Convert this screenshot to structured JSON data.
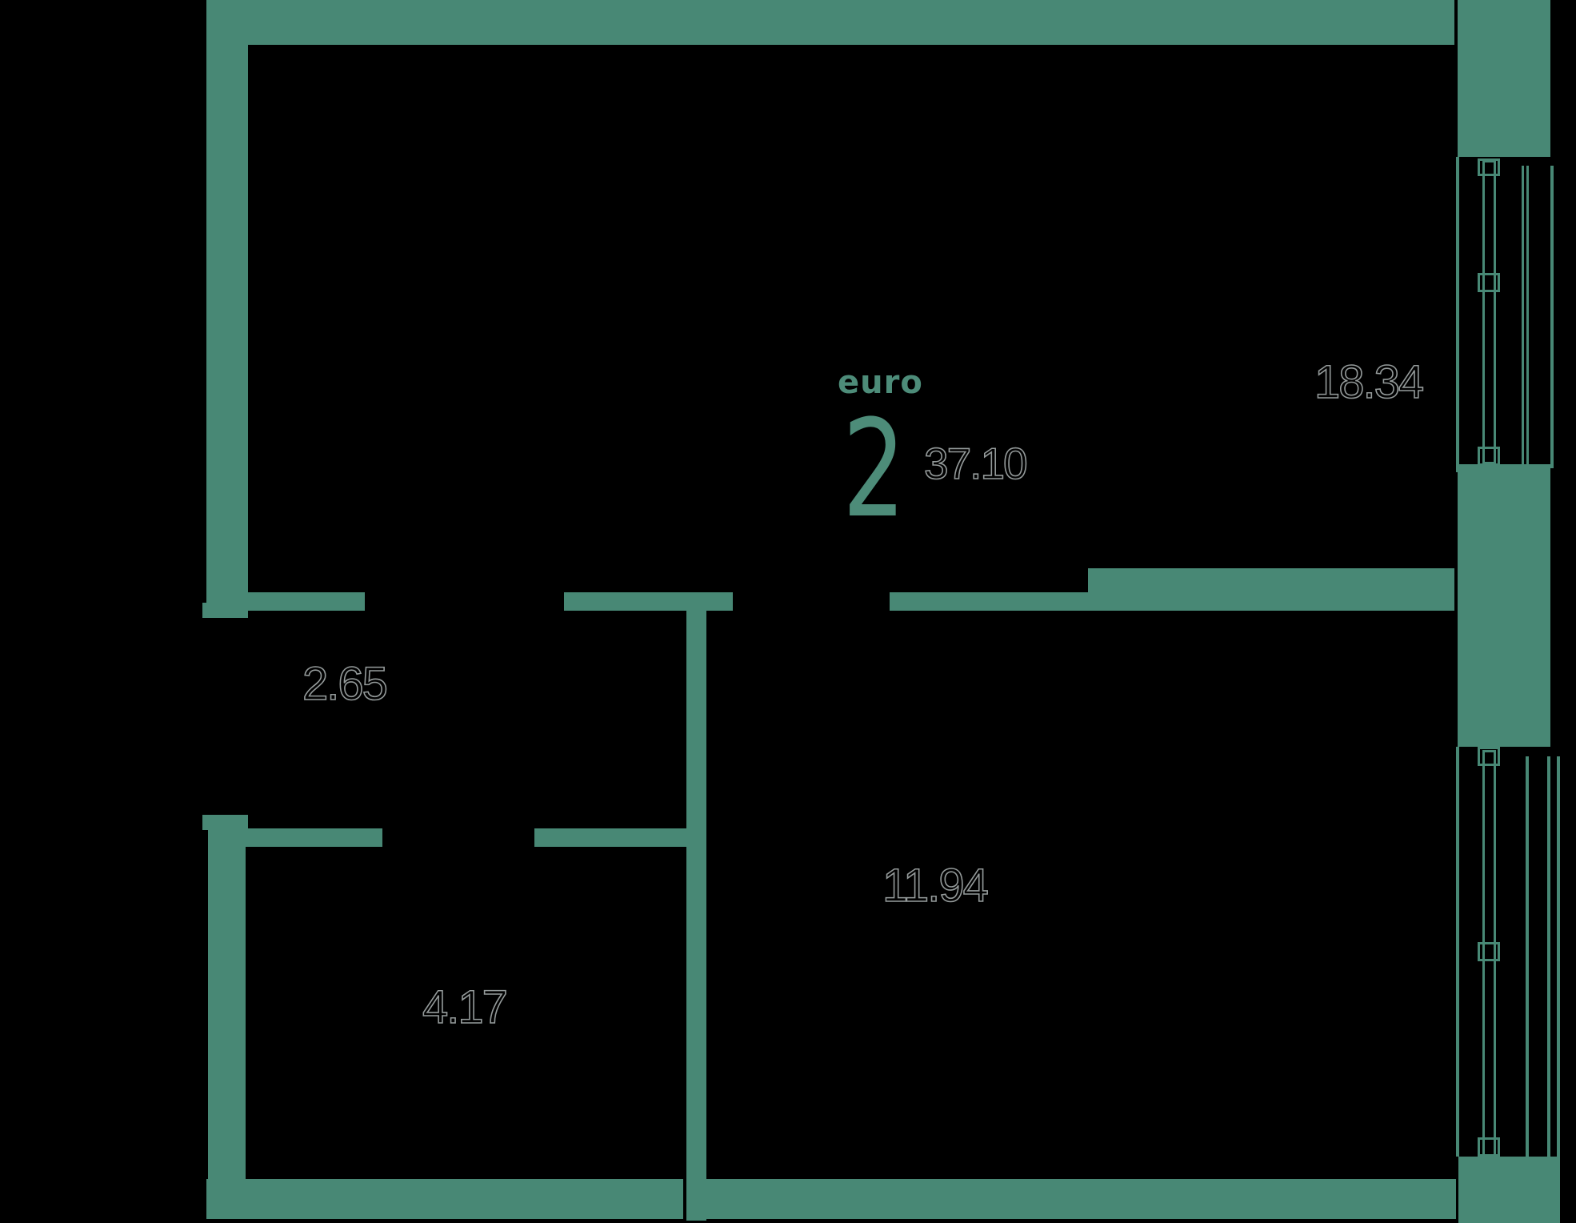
{
  "floorplan": {
    "unit": {
      "type_label": "euro",
      "rooms_count": "2",
      "total_area": "37.10"
    },
    "room_areas": {
      "upper_room": "18.34",
      "hallway": "2.65",
      "lower_left_room": "4.17",
      "lower_right_room": "11.94"
    },
    "colors": {
      "wall": "#488875",
      "accent_text": "#4d8c79",
      "area_outline": "#949a9a"
    }
  }
}
